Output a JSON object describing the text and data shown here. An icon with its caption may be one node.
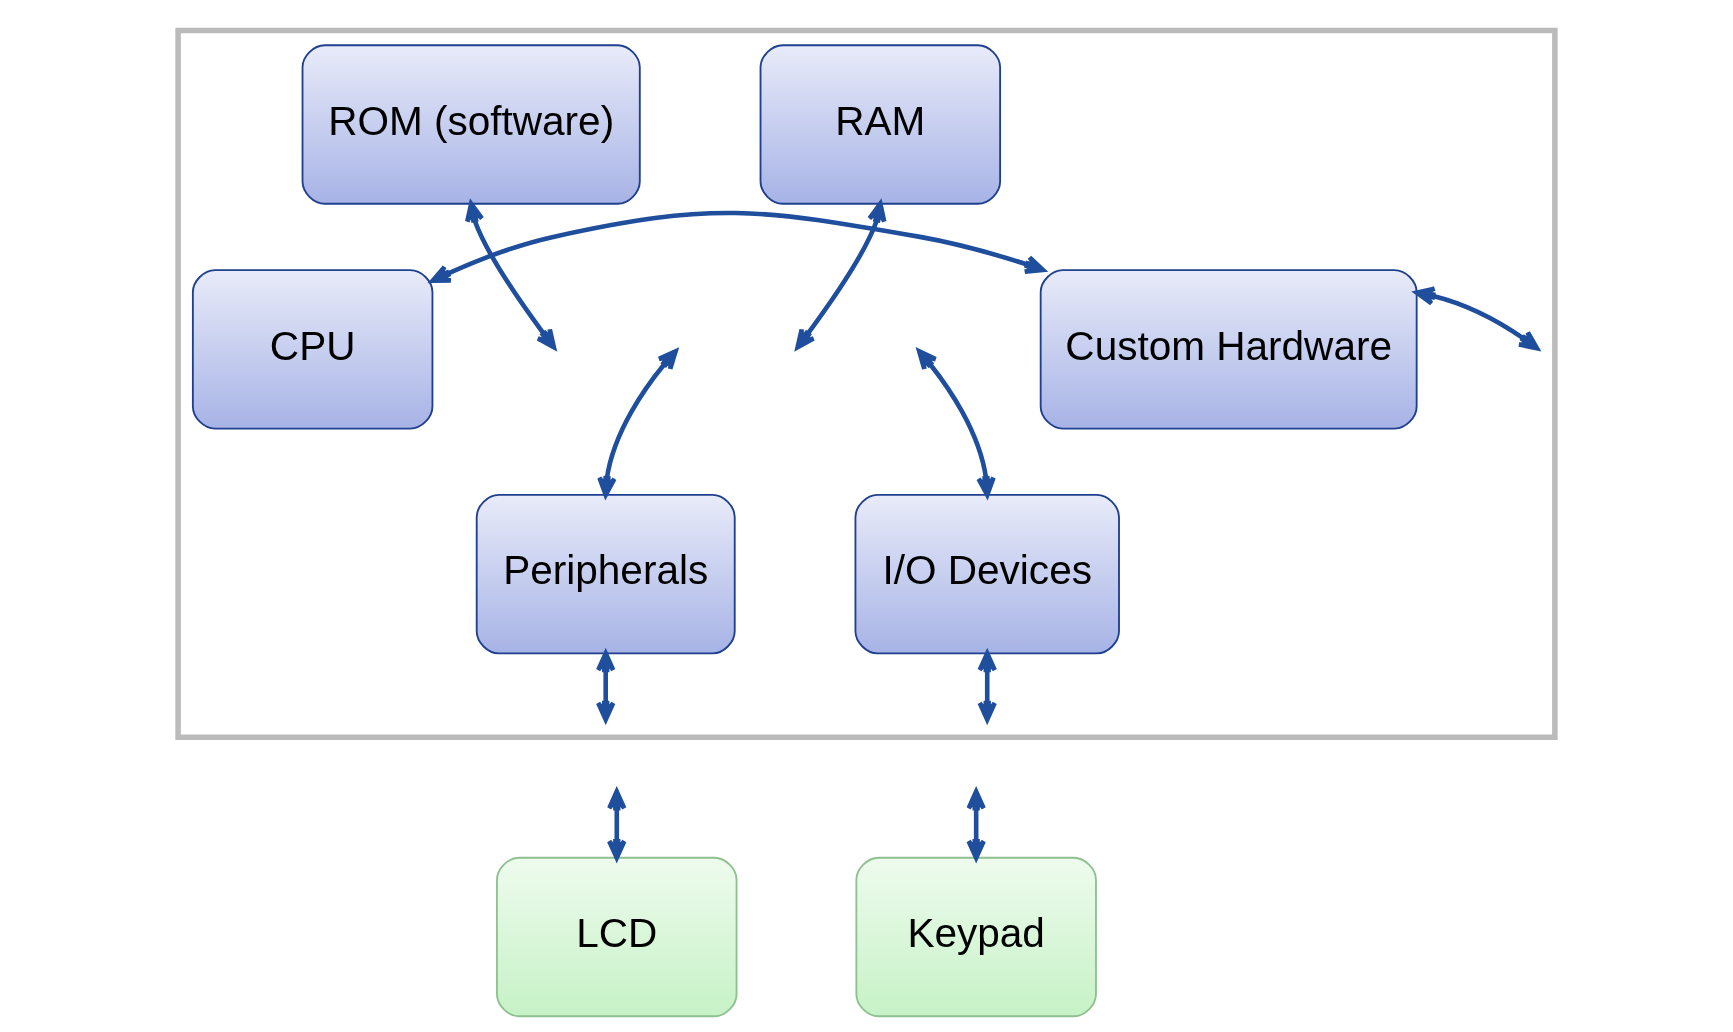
{
  "diagram": {
    "nodes": [
      {
        "text": [],
        "shape": "box"
      },
      {
        "text": [
          "ROM (software)"
        ],
        "in": 0
      },
      {
        "text": [
          "RAM"
        ],
        "in": 0
      },
      {
        "text": [
          "CPU"
        ],
        "in": 0
      },
      {
        "text": [
          "Custom Hardware"
        ],
        "in": 0
      },
      {
        "text": [
          "Peripherals"
        ],
        "in": 0
      },
      {
        "text": [
          "I/O Devices"
        ],
        "in": 0
      },
      {
        "text": [
          "LCD"
        ]
      },
      {
        "text": [
          "Keypad"
        ]
      }
    ],
    "edges": [
      {
        "from": 3,
        "to": 4,
        "arrow": "both"
      },
      {
        "from": 1,
        "to": null,
        "arrow": "both"
      },
      {
        "from": 2,
        "to": null,
        "arrow": "both"
      },
      {
        "from": 5,
        "to": null,
        "arrow": "both"
      },
      {
        "from": 6,
        "to": null,
        "arrow": "both"
      },
      {
        "from": 5,
        "to": null,
        "arrow": "both"
      },
      {
        "from": 6,
        "to": null,
        "arrow": "both"
      },
      {
        "from": 4,
        "to": null,
        "arrow": "both"
      },
      {
        "from": null,
        "to": 7,
        "arrow": "both"
      },
      {
        "from": null,
        "to": 8,
        "arrow": "both"
      }
    ]
  }
}
